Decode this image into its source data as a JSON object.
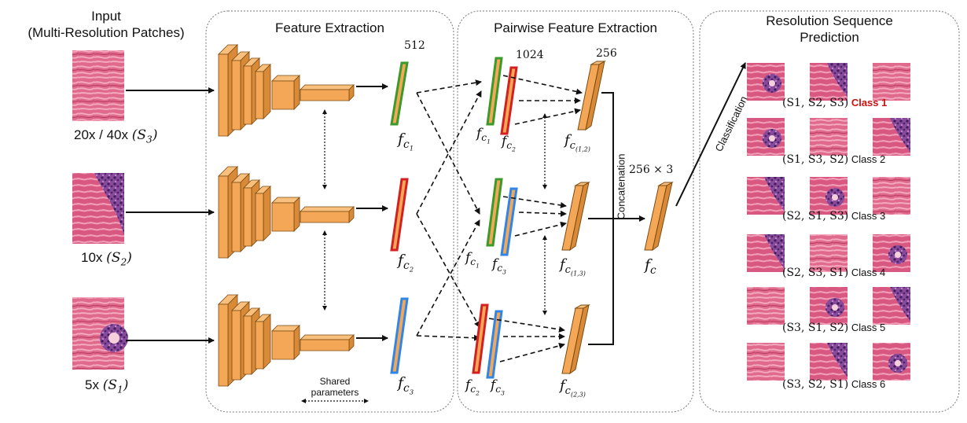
{
  "sections": {
    "input": "Input\n(Multi-Resolution Patches)",
    "feature_extraction": "Feature Extraction",
    "pairwise": "Pairwise Feature Extraction",
    "prediction": "Resolution Sequence\nPrediction"
  },
  "inputs": [
    {
      "mag": "20x / 40x",
      "scale": "S",
      "idx": "3"
    },
    {
      "mag": "10x",
      "scale": "S",
      "idx": "2"
    },
    {
      "mag": "5x",
      "scale": "S",
      "idx": "1"
    }
  ],
  "dims": {
    "f512": "512",
    "f1024": "1024",
    "f256": "256",
    "fc_dim": "256 × 3"
  },
  "labels": {
    "shared": "Shared\nparameters",
    "concatenation": "Concatenation",
    "classification": "Classification"
  },
  "features": {
    "f": "f",
    "c": "c",
    "c1": "1",
    "c2": "2",
    "c3": "3",
    "p12": "(1,2)",
    "p13": "(1,3)",
    "p23": "(2,3)"
  },
  "classes": [
    {
      "seq": "(S1, S2, S3)",
      "name": "Class 1"
    },
    {
      "seq": "(S1, S3, S2)",
      "name": "Class 2"
    },
    {
      "seq": "(S2, S1, S3)",
      "name": "Class 3"
    },
    {
      "seq": "(S2, S3, S1)",
      "name": "Class 4"
    },
    {
      "seq": "(S3, S1, S2)",
      "name": "Class 5"
    },
    {
      "seq": "(S3, S2, S1)",
      "name": "Class 6"
    }
  ],
  "colors": {
    "block": "#f4a857",
    "block_dark": "#c27a2b",
    "green": "#3a9a2a",
    "red": "#d42020",
    "blue": "#2f86e8",
    "tissue": "#d6557a",
    "class1": "#cc1111"
  }
}
